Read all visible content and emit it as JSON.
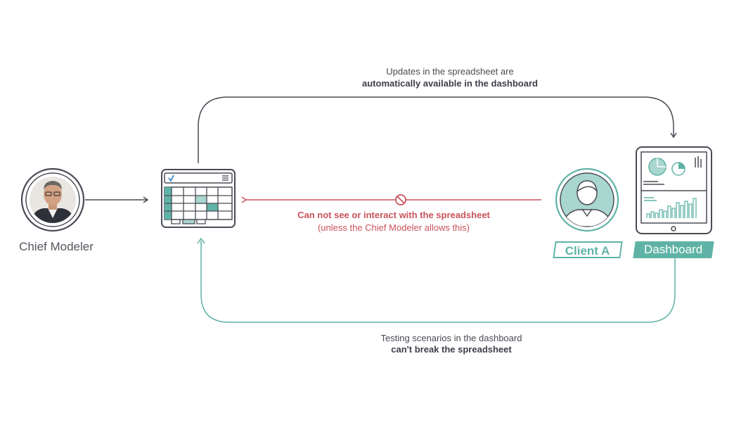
{
  "top_caption": {
    "line1": "Updates in the spreadsheet are",
    "line2": "automatically available in the dashboard"
  },
  "middle_caption": {
    "line1": "Can not see or interact with the spreadsheet",
    "line2": "(unless the Chief Modeler allows this)"
  },
  "bottom_caption": {
    "line1": "Testing scenarios in the dashboard",
    "line2": "can't break the spreadsheet"
  },
  "nodes": {
    "chief_modeler": "Chief Modeler",
    "client": "Client A",
    "dashboard": "Dashboard"
  },
  "colors": {
    "dark": "#4a4b55",
    "teal": "#5fb3a6",
    "teal_light": "#a9d6cf",
    "red": "#c9535b"
  },
  "icons": [
    "chief-modeler-photo",
    "spreadsheet-icon",
    "blocked-icon",
    "client-avatar-icon",
    "dashboard-tablet-icon"
  ]
}
